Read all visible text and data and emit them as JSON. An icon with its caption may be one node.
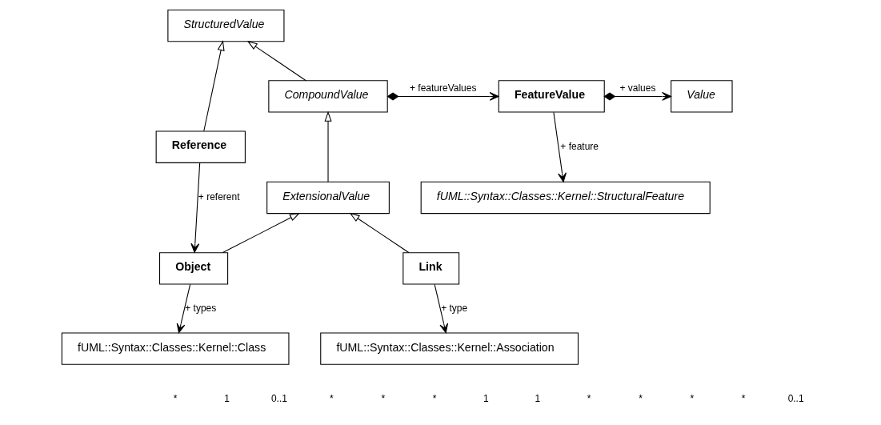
{
  "diagram": {
    "nodes": [
      {
        "text": [
          "StructuredValue"
        ]
      },
      {
        "text": [
          "Reference"
        ]
      },
      {
        "text": [
          "CompoundValue"
        ]
      },
      {
        "text": [
          "FeatureValue"
        ]
      },
      {
        "text": [
          "Value"
        ]
      },
      {
        "text": [
          "fUML::Syntax::Classes::Kernel::StructuralFeature"
        ]
      },
      {
        "text": [
          "ExtensionalValue"
        ]
      },
      {
        "text": [
          "Object"
        ]
      },
      {
        "text": [
          "Link"
        ]
      },
      {
        "text": [
          "fUML::Syntax::Classes::Kernel::Class"
        ]
      },
      {
        "text": [
          "fUML::Syntax::Classes::Kernel::Association"
        ]
      }
    ],
    "edges": [
      {
        "from": 1,
        "to": 0,
        "arrow": "to"
      },
      {
        "from": 2,
        "to": 0,
        "arrow": "to"
      },
      {
        "from": 2,
        "to": 3,
        "arrow": "to",
        "label": "+ featureValues"
      },
      {
        "from": 3,
        "to": 4,
        "arrow": "to",
        "label": "+ values"
      },
      {
        "from": 3,
        "to": 5,
        "arrow": "to",
        "label": "+ feature"
      },
      {
        "from": 6,
        "to": 2,
        "arrow": "to"
      },
      {
        "from": 1,
        "to": 7,
        "arrow": "to",
        "label": "+ referent"
      },
      {
        "from": 7,
        "to": 6,
        "arrow": "to"
      },
      {
        "from": 8,
        "to": 6,
        "arrow": "to"
      },
      {
        "from": 7,
        "to": 9,
        "arrow": "to",
        "label": "+ types"
      },
      {
        "from": 8,
        "to": 10,
        "arrow": "to",
        "label": "+ type"
      }
    ],
    "labels": [
      "*",
      "1",
      "0..1",
      "*",
      "*",
      "*",
      "1",
      "1",
      "*",
      "*",
      "*",
      "*",
      "0..1"
    ]
  }
}
